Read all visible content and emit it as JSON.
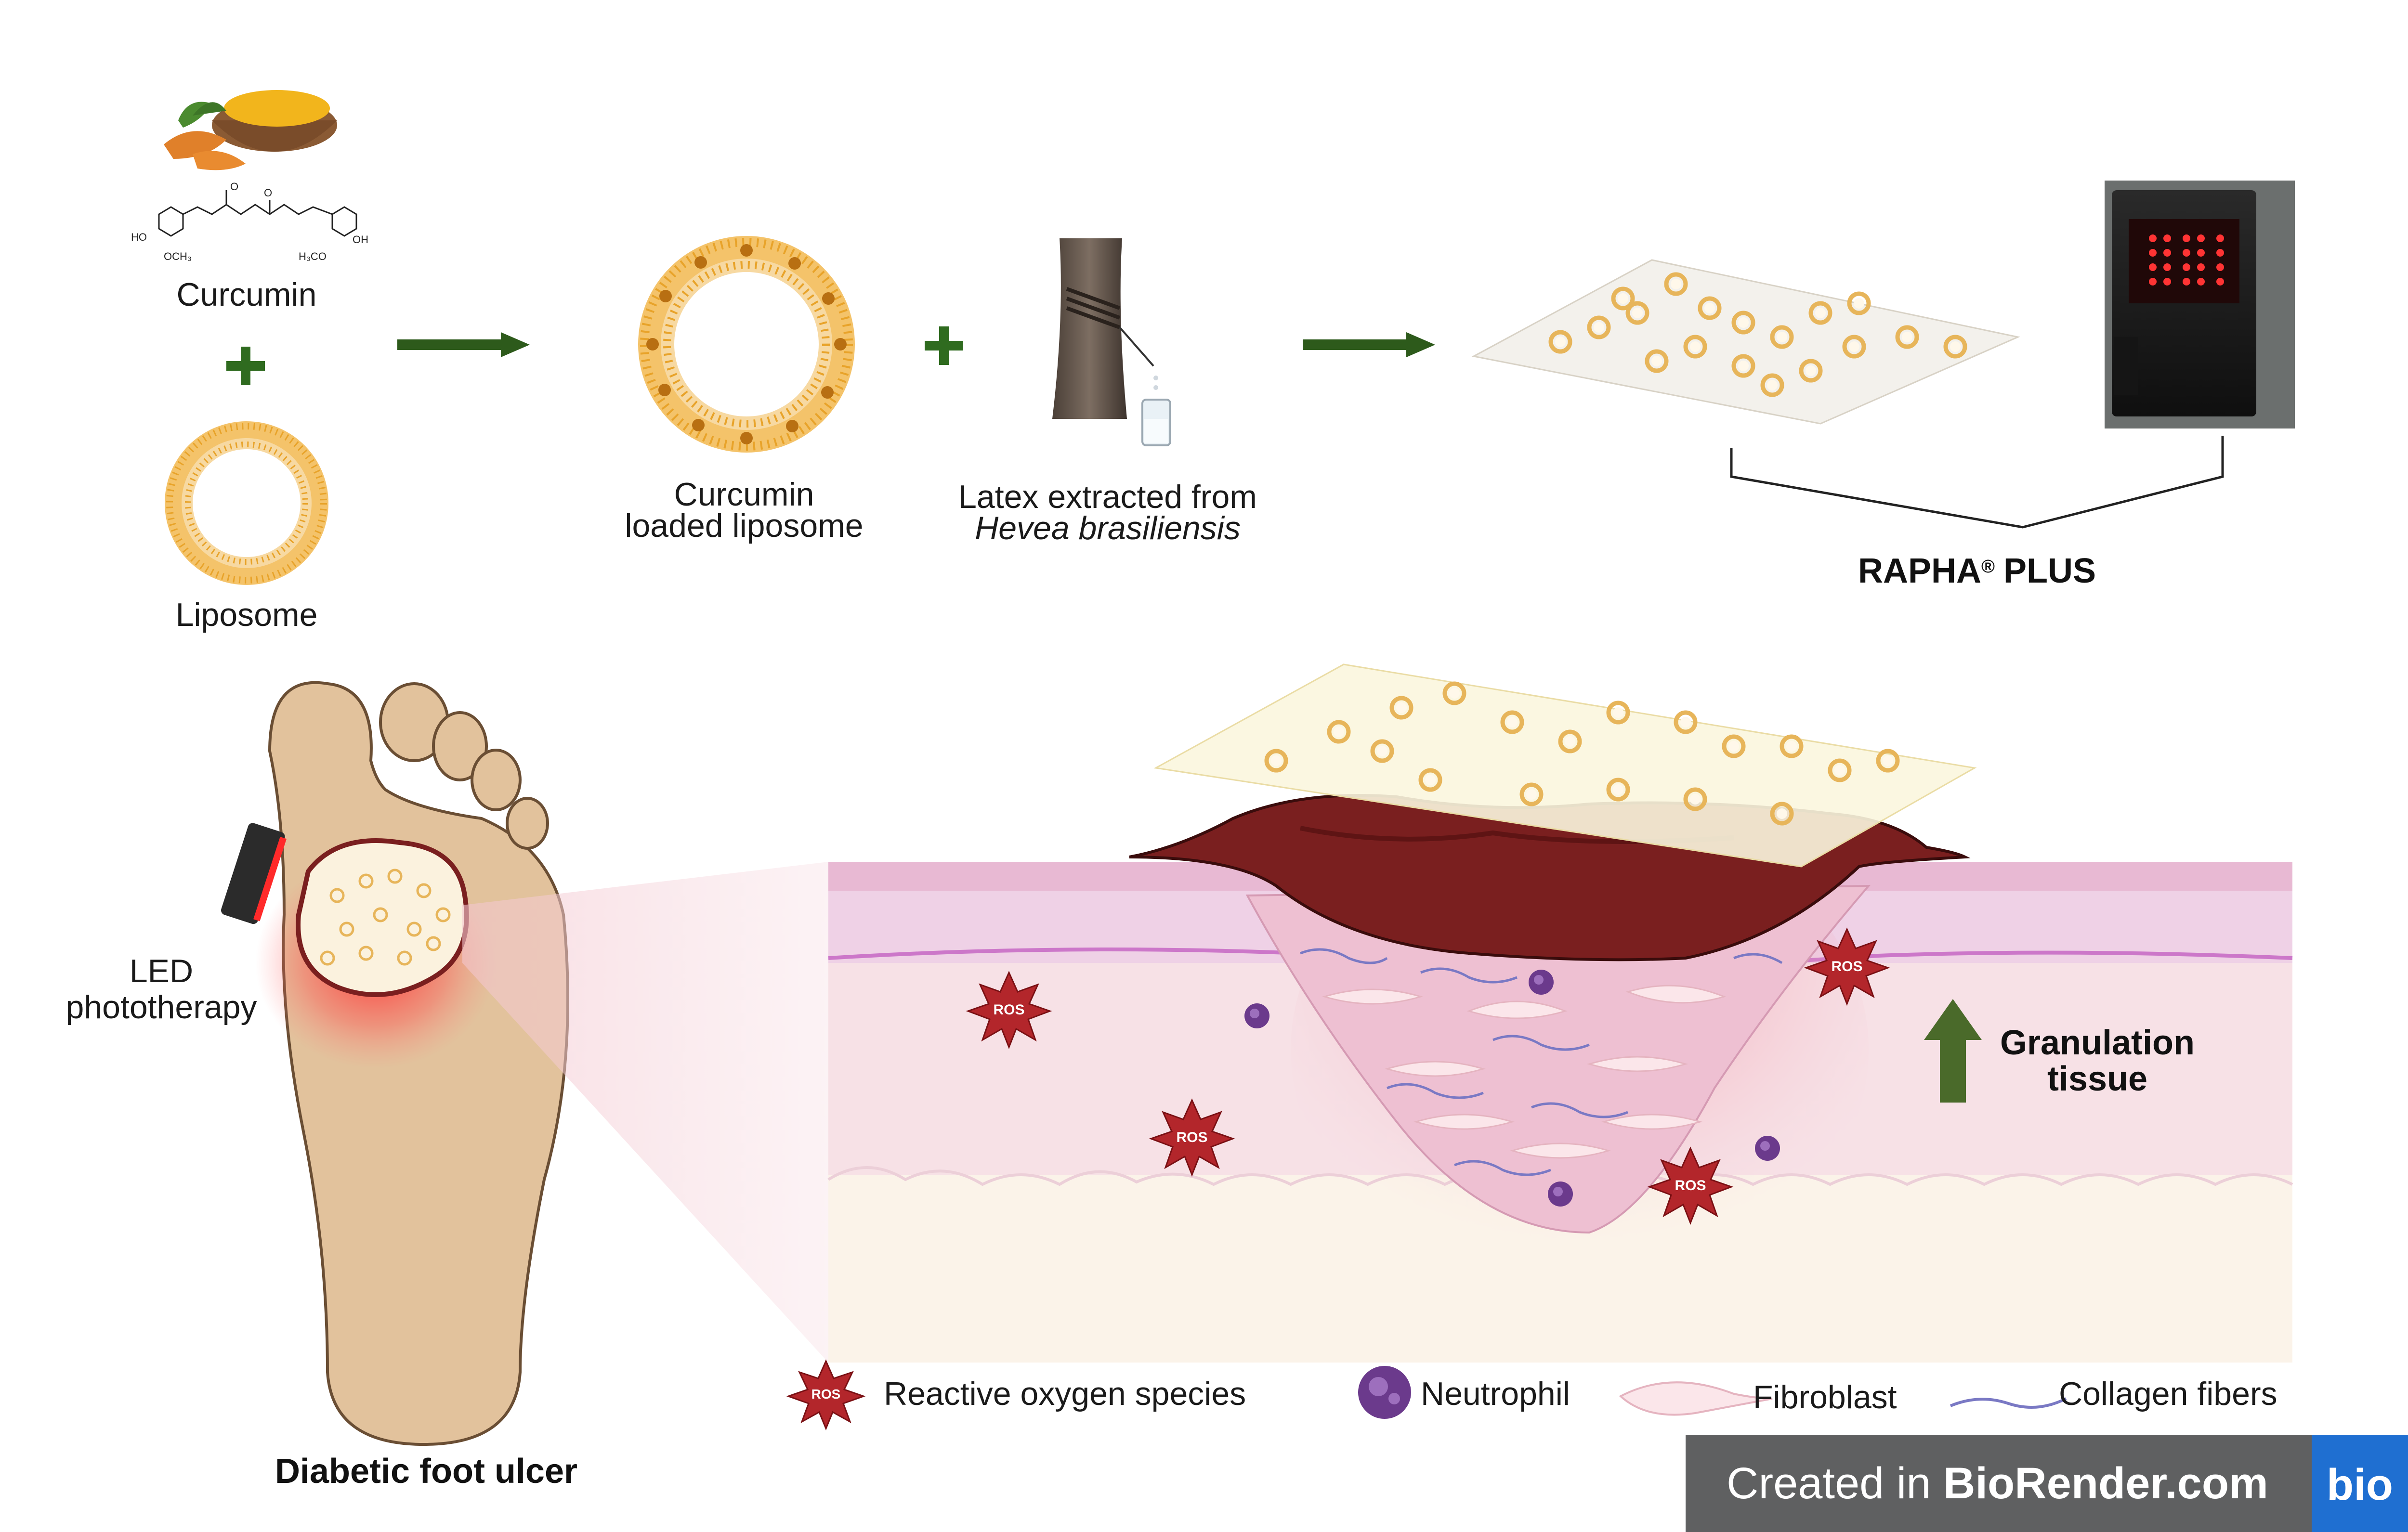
{
  "top": {
    "curcumin_label": "Curcumin",
    "liposome_label": "Liposome",
    "loaded_liposome_label_line1": "Curcumin",
    "loaded_liposome_label_line2": "loaded liposome",
    "latex_label_line1": "Latex extracted from",
    "latex_label_line2": "Hevea brasiliensis",
    "product_label": "RAPHA",
    "product_reg": "®",
    "product_label_suffix": "PLUS",
    "chem_left_ho": "HO",
    "chem_left_och3": "OCH₃",
    "chem_right_h3co": "H₃CO",
    "chem_right_oh": "OH",
    "chem_o1": "O",
    "chem_o2": "O"
  },
  "bottom": {
    "led_label_line1": "LED",
    "led_label_line2": "phototherapy",
    "foot_label": "Diabetic foot ulcer",
    "granulation_line1": "Granulation",
    "granulation_line2": "tissue",
    "ros_tag": "ROS"
  },
  "legend": {
    "ros_tag": "ROS",
    "ros_label": "Reactive oxygen species",
    "neutrophil_label": "Neutrophil",
    "fibroblast_label": "Fibroblast",
    "collagen_label": "Collagen fibers"
  },
  "watermark": {
    "text_prefix": "Created in ",
    "text_brand": "BioRender.com",
    "logo": "bio"
  },
  "colors": {
    "curcumin_orange": "#e8a32a",
    "arrow_green": "#2d5a1b",
    "plus_green": "#2f6b1f",
    "wound_scab": "#7a1f1f",
    "ros_red": "#b3262b",
    "neutrophil_purple": "#6b3a8c",
    "skin_pink": "#e8b9d3",
    "led_red": "#e0202a",
    "watermark_bg": "#5f6061",
    "watermark_logo_bg": "#1f6fd1"
  }
}
